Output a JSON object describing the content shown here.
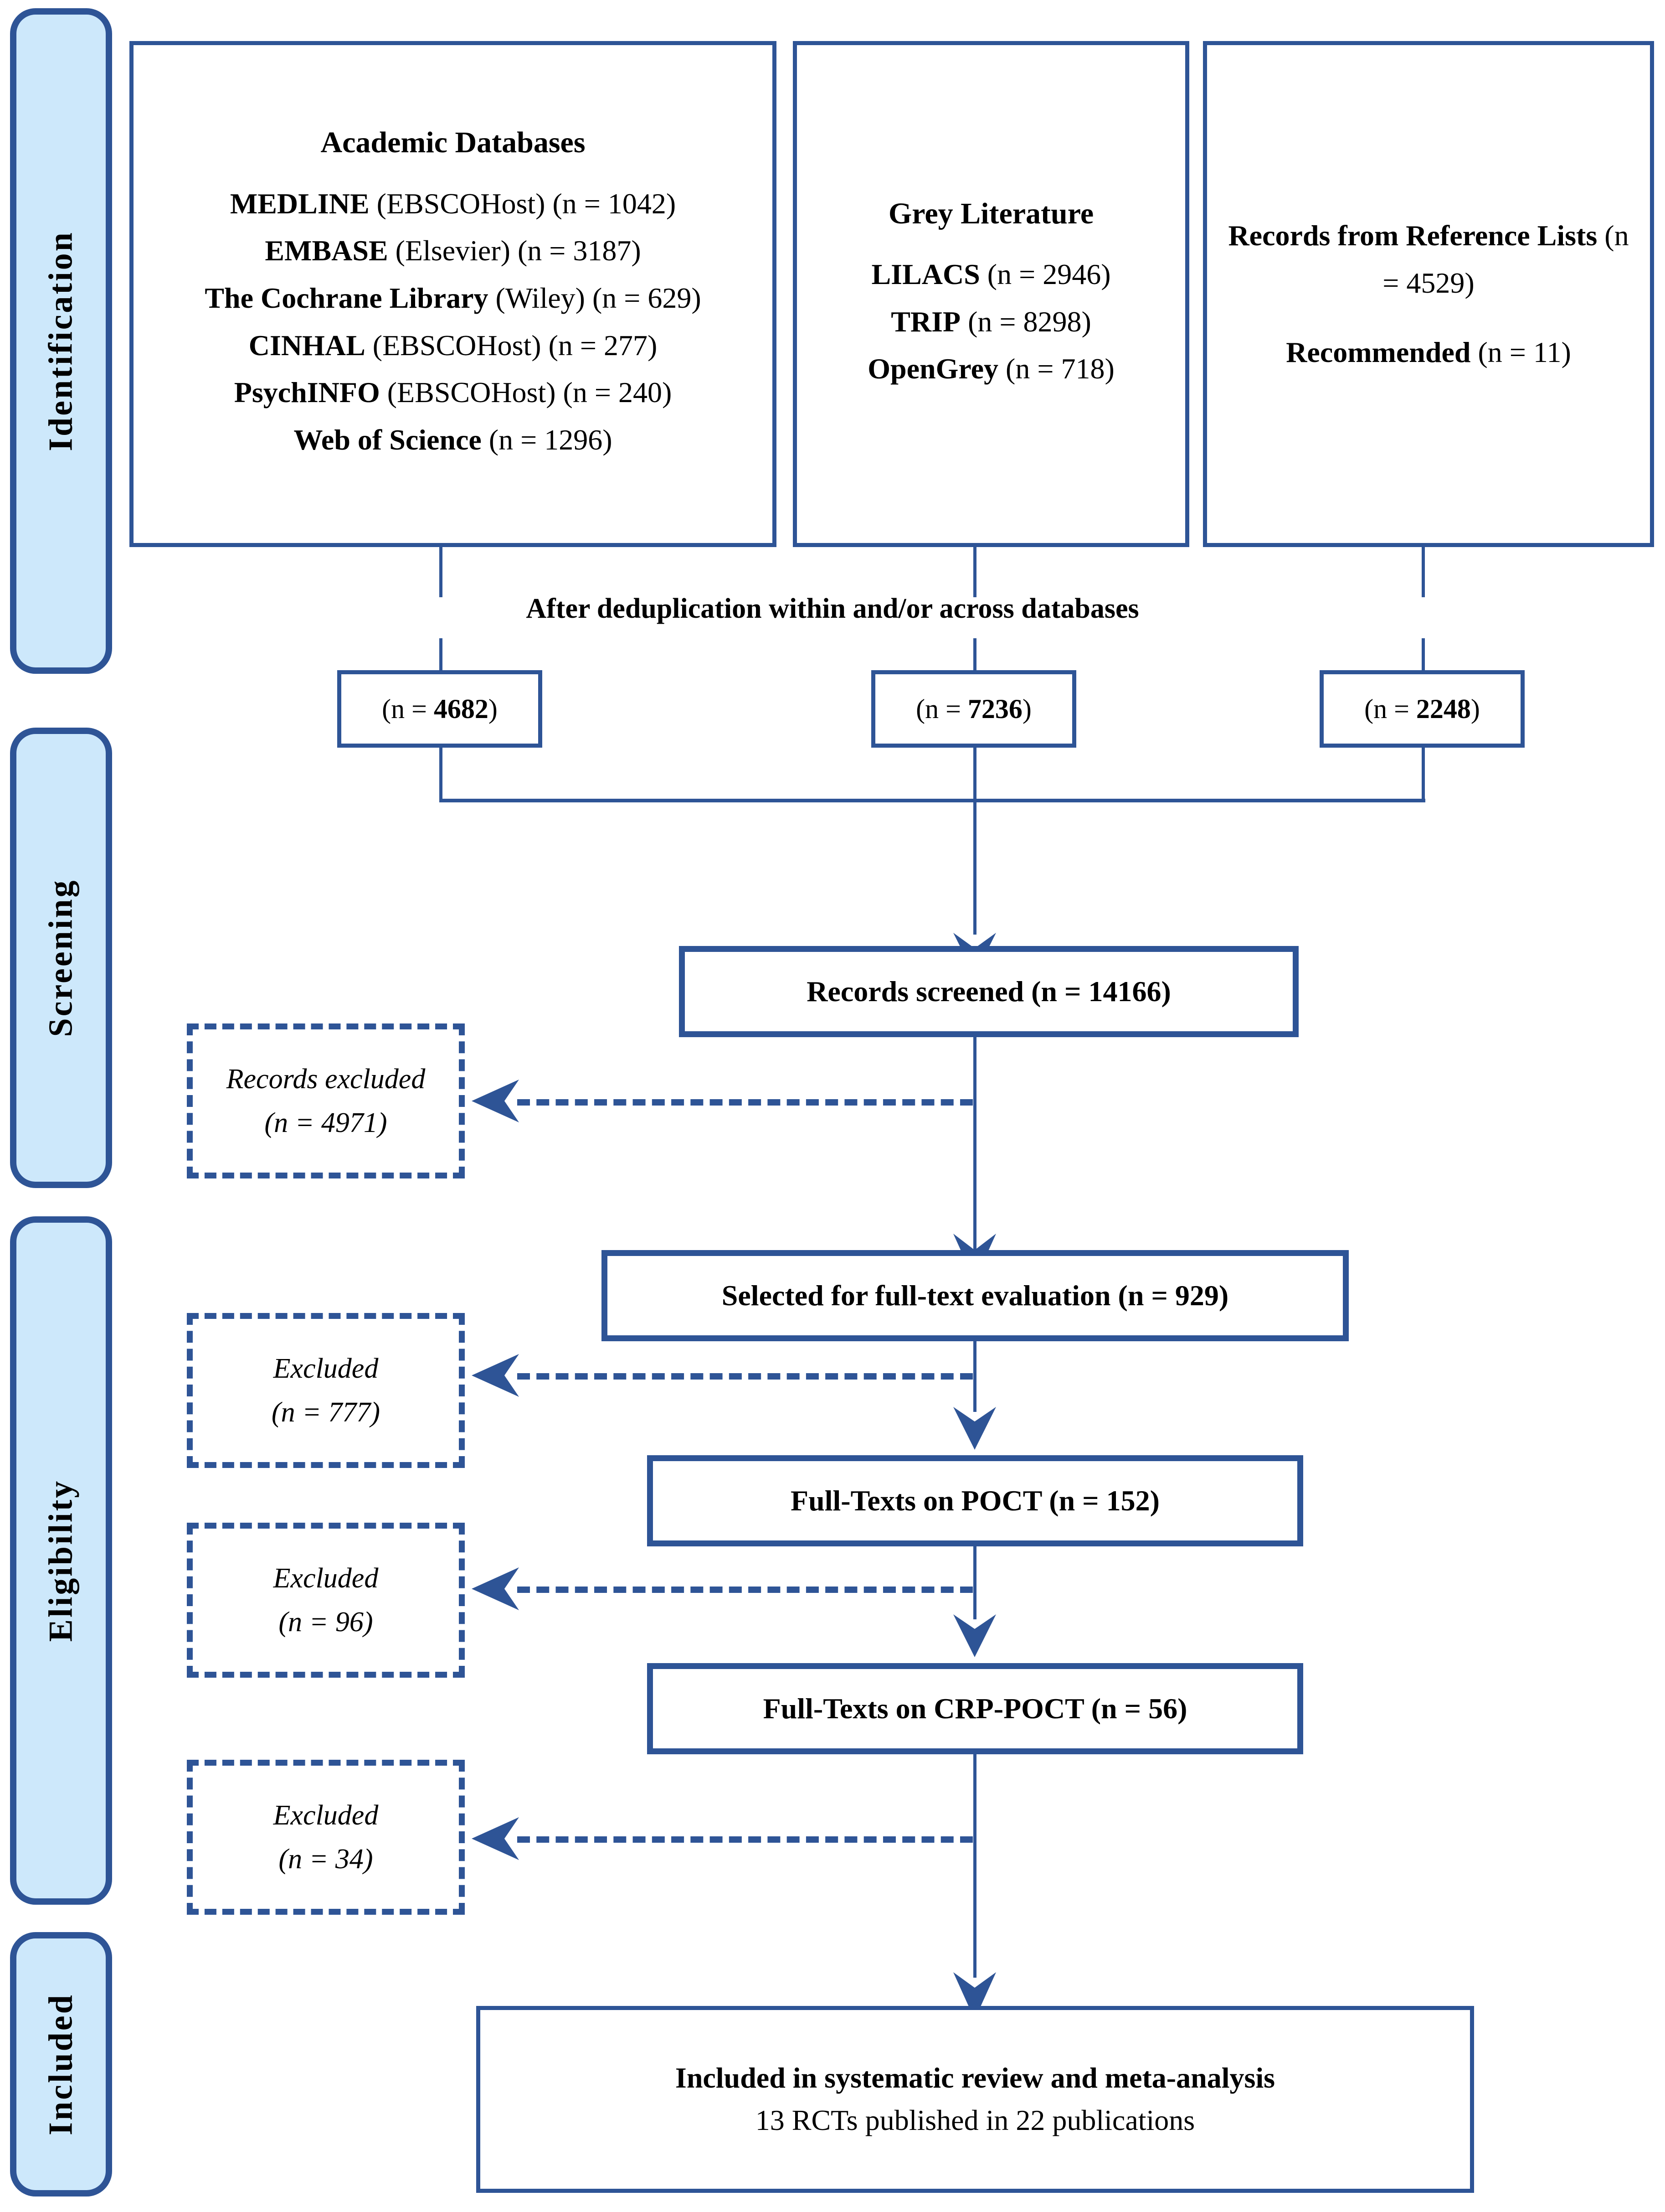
{
  "stages": [
    {
      "id": "identification",
      "label": "Identification"
    },
    {
      "id": "screening",
      "label": "Screening"
    },
    {
      "id": "eligibility",
      "label": "Eligibility"
    },
    {
      "id": "included",
      "label": "Included"
    }
  ],
  "sources": {
    "academic": {
      "title": "Academic Databases",
      "lines": [
        {
          "name": "MEDLINE",
          "detail": " (EBSCOHost) (n = 1042)"
        },
        {
          "name": "EMBASE",
          "detail": " (Elsevier) (n = 3187)"
        },
        {
          "name": "The Cochrane Library",
          "detail": " (Wiley) (n = 629)"
        },
        {
          "name": "CINHAL",
          "detail": " (EBSCOHost) (n = 277)"
        },
        {
          "name": "PsychINFO",
          "detail": " (EBSCOHost) (n = 240)"
        },
        {
          "name": "Web of Science",
          "detail": " (n = 1296)"
        }
      ]
    },
    "grey": {
      "title": "Grey Literature",
      "lines": [
        {
          "name": "LILACS",
          "detail": " (n = 2946)"
        },
        {
          "name": "TRIP",
          "detail": " (n = 8298)"
        },
        {
          "name": "OpenGrey",
          "detail": " (n = 718)"
        }
      ]
    },
    "reference": {
      "lines": [
        {
          "name": "Records from Reference Lists",
          "detail": " (n = 4529)"
        },
        {
          "name": "Recommended",
          "detail": " (n = 11)"
        }
      ]
    }
  },
  "dedup": {
    "caption": "After deduplication within and/or across databases",
    "boxes": [
      {
        "prefix": "(n = ",
        "value": "4682",
        "suffix": ")"
      },
      {
        "prefix": "(n = ",
        "value": "7236",
        "suffix": ")"
      },
      {
        "prefix": "(n = ",
        "value": "2248",
        "suffix": ")"
      }
    ]
  },
  "flow": {
    "screened": {
      "label": "Records screened (n = ",
      "value": "14166",
      "suffix": ")"
    },
    "fulltext_sel": {
      "label": "Selected for full-text evaluation (n = ",
      "value": "929",
      "suffix": ")"
    },
    "poct": {
      "label": "Full-Texts on POCT (n = ",
      "value": "152",
      "suffix": ")"
    },
    "crp_poct": {
      "label": "Full-Texts on CRP-POCT (n = ",
      "value": "56",
      "suffix": ")"
    },
    "included_line1": "Included in systematic review and meta-analysis",
    "included_line2": "13 RCTs published in 22 publications"
  },
  "excluded": [
    {
      "id": "records-excluded",
      "line1": "Records excluded",
      "line2": "(n = 4971)"
    },
    {
      "id": "excluded-777",
      "line1": "Excluded",
      "line2": "(n = 777)"
    },
    {
      "id": "excluded-96",
      "line1": "Excluded",
      "line2": "(n = 96)"
    },
    {
      "id": "excluded-34",
      "line1": "Excluded",
      "line2": "(n = 34)"
    }
  ],
  "colors": {
    "border_blue": "#2E5496",
    "pill_fill": "#CDE8FB",
    "text": "#000000",
    "page_bg": "#FFFFFF"
  }
}
